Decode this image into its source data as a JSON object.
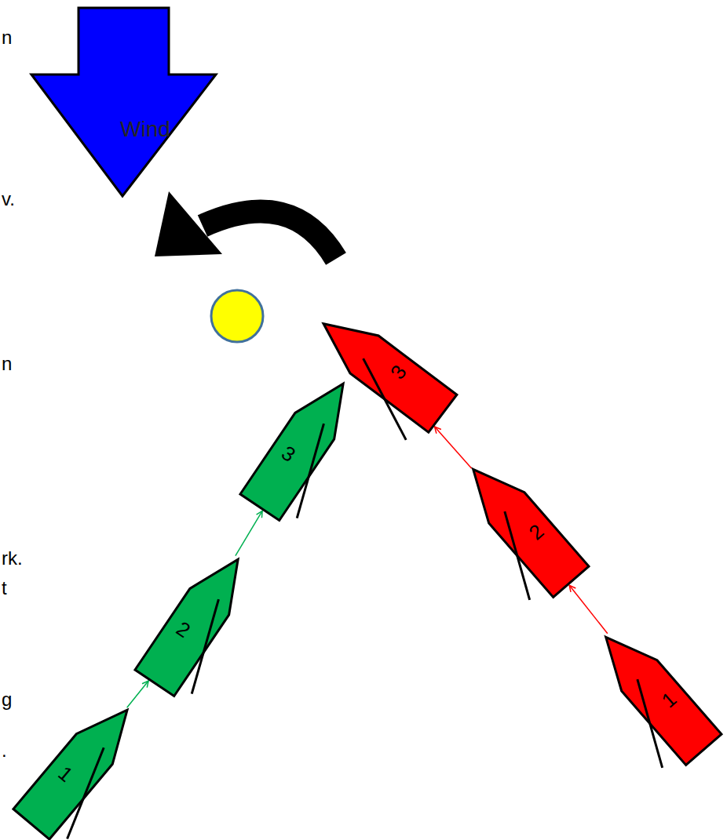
{
  "diagram": {
    "nodes": [
      {
        "text": [
          "Wind"
        ]
      },
      {
        "text": [
          "1"
        ]
      },
      {
        "text": [
          "2"
        ]
      },
      {
        "text": [
          "3"
        ]
      },
      {
        "text": [
          "1"
        ]
      },
      {
        "text": [
          "2"
        ]
      },
      {
        "text": [
          "3"
        ]
      }
    ],
    "edges": [
      {
        "from": 1,
        "to": 2,
        "arrow": "to"
      },
      {
        "from": 2,
        "to": 3,
        "arrow": "to"
      },
      {
        "from": 4,
        "to": 5,
        "arrow": "to"
      },
      {
        "from": 5,
        "to": 6,
        "arrow": "to"
      }
    ],
    "labels": [
      "n",
      "v.",
      "n",
      "rk.",
      "t",
      "g",
      "."
    ]
  }
}
